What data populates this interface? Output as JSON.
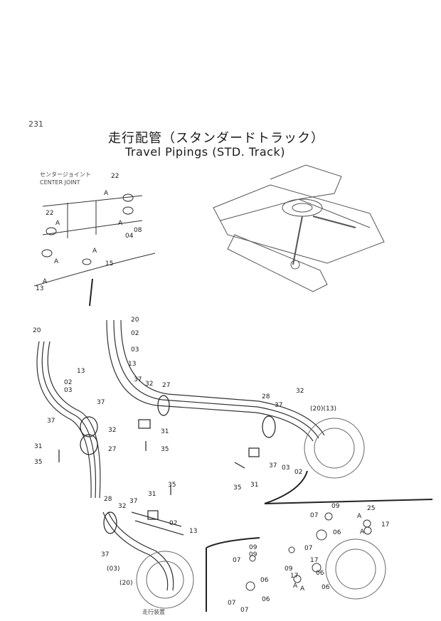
{
  "page_number": "231",
  "title_jp": "走行配管（スタンダードトラック）",
  "title_en": "Travel Pipings (STD. Track)",
  "center_joint": {
    "label_jp": "センタージョイント",
    "label_en": "CENTER JOINT"
  },
  "footer_jp": "走行装置",
  "callouts": {
    "c01": "22",
    "c02": "A",
    "c03": "22",
    "c04": "A",
    "c05": "08",
    "c06": "04",
    "c07": "A",
    "c08": "A",
    "c09": "15",
    "c10": "A",
    "c11": "A",
    "c12": "13",
    "c13": "20",
    "c14": "02",
    "c15": "03",
    "c16": "13",
    "c17": "20",
    "c18": "13",
    "c19": "02",
    "c20": "03",
    "c21": "37",
    "c22": "32",
    "c23": "27",
    "c24": "37",
    "c25": "31",
    "c26": "35",
    "c27": "37",
    "c28": "32",
    "c29": "27",
    "c30": "31",
    "c31": "35",
    "c32": "28",
    "c33": "32",
    "c34": "37",
    "c35": "(20)(13)",
    "c36": "37",
    "c37": "03",
    "c38": "02",
    "c39": "35",
    "c40": "31",
    "c41": "28",
    "c42": "32",
    "c43": "37",
    "c44": "31",
    "c45": "35",
    "c46": "02",
    "c47": "13",
    "c48": "37",
    "c49": "(03)",
    "c50": "(20)",
    "c51": "09",
    "c52": "07",
    "c53": "06",
    "c54": "07",
    "c55": "09",
    "c56": "25",
    "c57": "A",
    "c58": "17",
    "c59": "A",
    "c60": "07",
    "c61": "06",
    "c62": "09",
    "c63": "17",
    "c64": "A",
    "c65": "06",
    "c66": "09",
    "c67": "07",
    "c68": "06",
    "c69": "17",
    "c70": "A",
    "c71": "06",
    "c72": "07"
  }
}
